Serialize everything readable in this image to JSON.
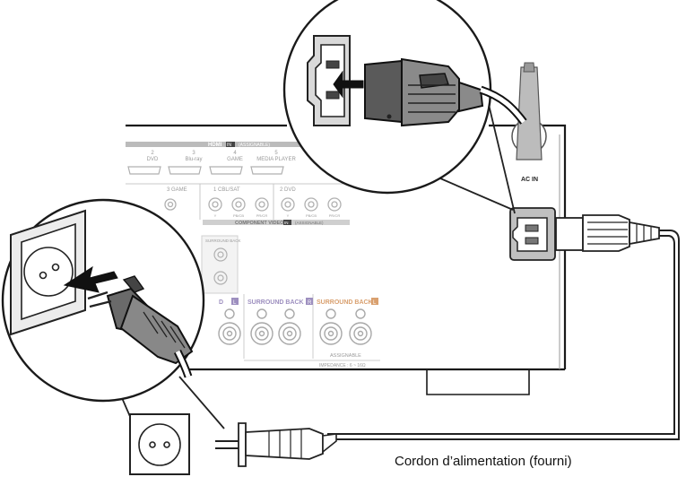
{
  "caption": "Cordon d’alimentation (fourni)",
  "panel": {
    "hdmi_header": "HDMI",
    "hdmi_in": "IN",
    "hdmi_assignable": "(ASSIGNABLE)",
    "hdmi_ports": [
      {
        "num": "2",
        "name": "DVD"
      },
      {
        "num": "3",
        "name": "Blu-ray"
      },
      {
        "num": "4",
        "name": "GAME"
      },
      {
        "num": "5",
        "name": "MEDIA PLAYER"
      }
    ],
    "video_labels": [
      "3 GAME",
      "1 CBL/SAT",
      "2 DVD"
    ],
    "component_ticks": [
      "Y",
      "PB/CB",
      "PR/CR"
    ],
    "component_video_label": "COMPONENT VIDEO",
    "component_in": "IN",
    "component_assignable": "(ASSIGNABLE)",
    "surround_back_label": "SURROUND BACK",
    "speaker_label_l": "L",
    "speaker_label_r": "R",
    "surround_back_r": "SURROUND BACK",
    "surround_back_l": "SURROUND BACK",
    "assignable": "ASSIGNABLE",
    "impedance": "IMPEDANCE : 6 ~ 16Ω",
    "ac_in": "AC IN"
  },
  "colors": {
    "line": "#1a1a1a",
    "gray_fill": "#8a8a8a",
    "dark_fill": "#444444",
    "panel_text": "#9a9a9a",
    "surround_r": "#9d8fbf",
    "surround_l": "#d9a06f"
  },
  "icons": {
    "wall_outlet": "outlet-icon",
    "power_plug": "plug-icon",
    "iec_connector": "iec-connector-icon",
    "antenna": "antenna-icon"
  }
}
